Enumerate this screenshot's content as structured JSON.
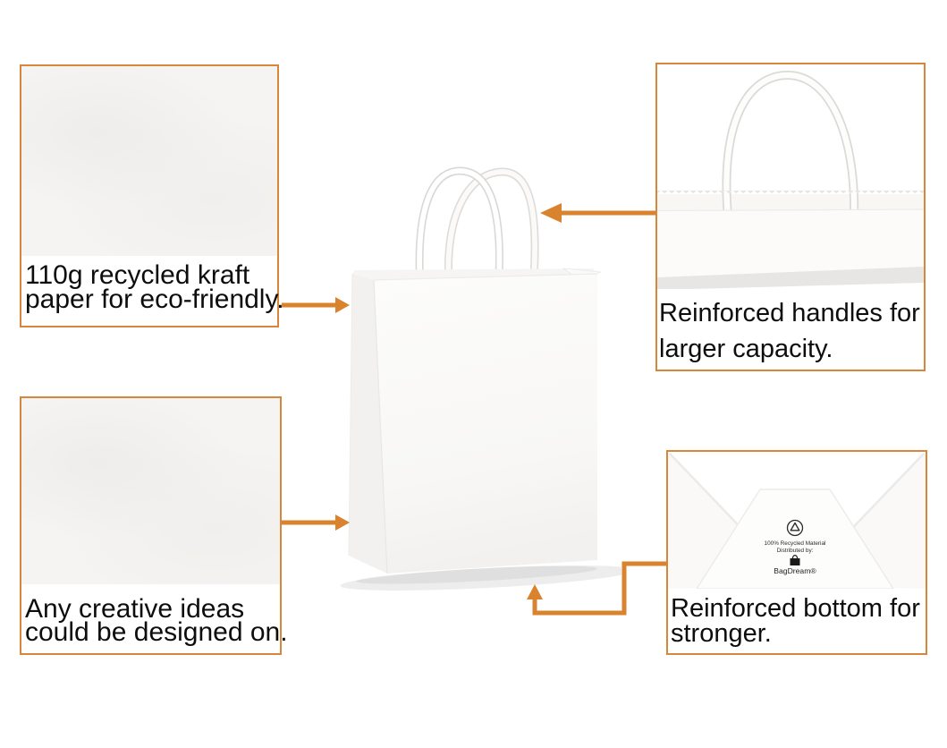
{
  "infographic": {
    "background": "#FFFFFF",
    "accent_color": "#D9832E",
    "border_color": "#D6873C",
    "product": "white kraft paper gift bag with twisted rope handles",
    "callouts": [
      {
        "id": "kraft-paper",
        "lines": [
          "110g recycled kraft",
          "paper for eco-friendly."
        ]
      },
      {
        "id": "handles",
        "lines": [
          "Reinforced handles for",
          "larger capacity."
        ]
      },
      {
        "id": "design",
        "lines": [
          "Any creative ideas",
          "could be designed on."
        ]
      },
      {
        "id": "bottom",
        "lines": [
          "Reinforced bottom for",
          "stronger."
        ]
      }
    ],
    "bottom_print": {
      "recycle_icon": "recycle-symbol",
      "line1": "100% Recycled Material",
      "line2": "Distributed by:",
      "brand_icon": "shopping-bag-logo",
      "brand": "BagDream®"
    }
  }
}
